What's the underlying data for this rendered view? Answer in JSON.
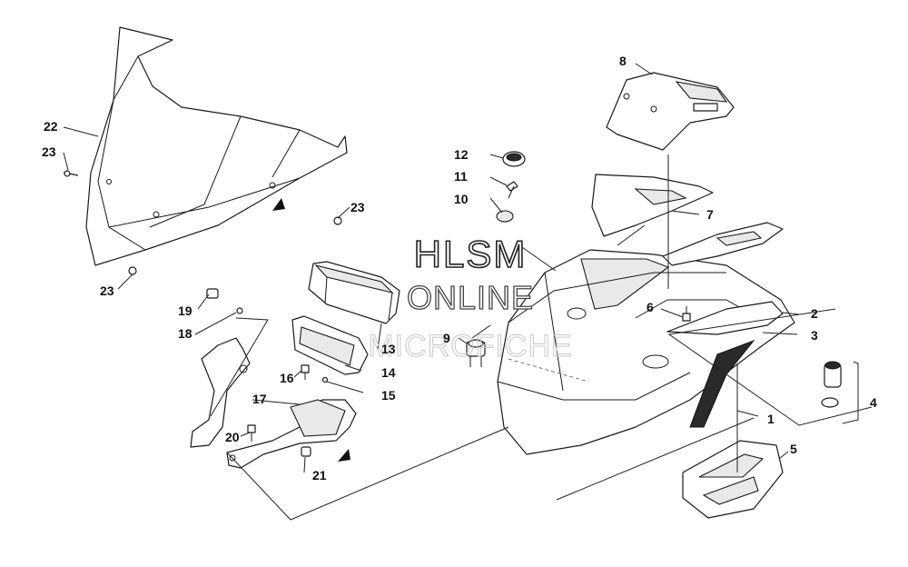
{
  "watermark": {
    "line1": "HLSM",
    "line2": "ONLINE",
    "line3": "MICROFICHE"
  },
  "callouts": {
    "c1": "1",
    "c2": "2",
    "c3": "3",
    "c4": "4",
    "c5": "5",
    "c6": "6",
    "c7": "7",
    "c8": "8",
    "c9": "9",
    "c10": "10",
    "c11": "11",
    "c12": "12",
    "c13": "13",
    "c14": "14",
    "c15": "15",
    "c16": "16",
    "c17": "17",
    "c18": "18",
    "c19": "19",
    "c20": "20",
    "c21": "21",
    "c22": "22",
    "c23a": "23",
    "c23b": "23",
    "c23c": "23"
  }
}
